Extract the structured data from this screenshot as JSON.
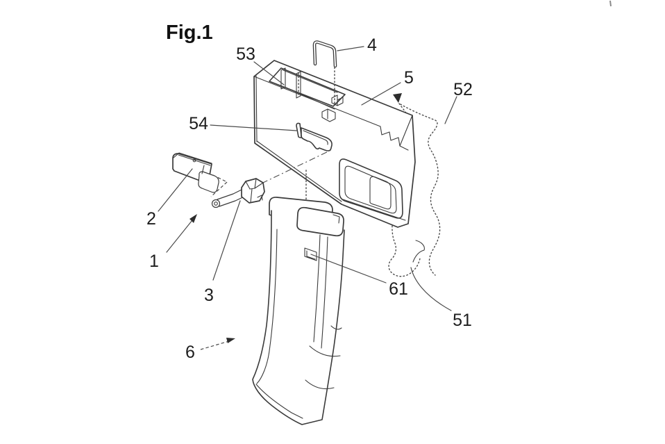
{
  "figure": {
    "title": "Fig.1",
    "type": "patent-exploded-view-drawing"
  },
  "labels": {
    "part1": "1",
    "part2": "2",
    "part3": "3",
    "part4": "4",
    "part5": "5",
    "part6": "6",
    "part51": "51",
    "part52": "52",
    "part53": "53",
    "part54": "54",
    "part61": "61"
  },
  "colors": {
    "line": "#3a3a3a",
    "phantom_line": "#4a4a4a",
    "label_text": "#1d1d1d",
    "background": "#ffffff"
  }
}
